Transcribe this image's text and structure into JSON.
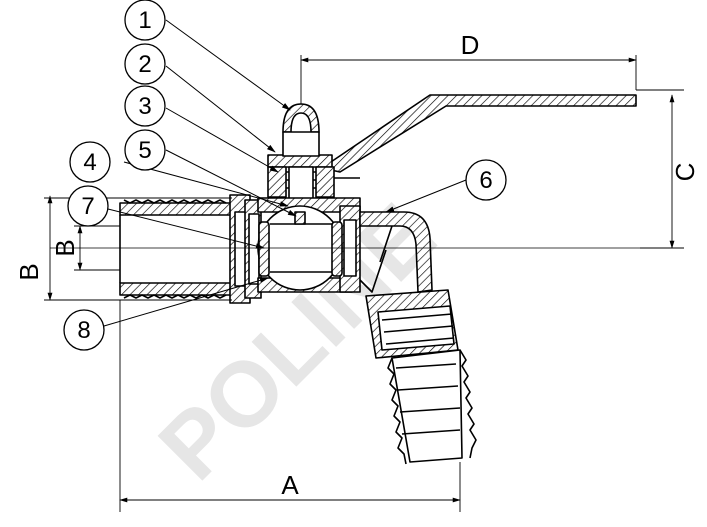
{
  "watermark": "POLINE",
  "callouts": [
    "1",
    "2",
    "3",
    "4",
    "5",
    "6",
    "7",
    "8"
  ],
  "dimensions": {
    "A": "A",
    "B_outer": "B",
    "B_inner": "B",
    "C": "C",
    "D": "D"
  }
}
